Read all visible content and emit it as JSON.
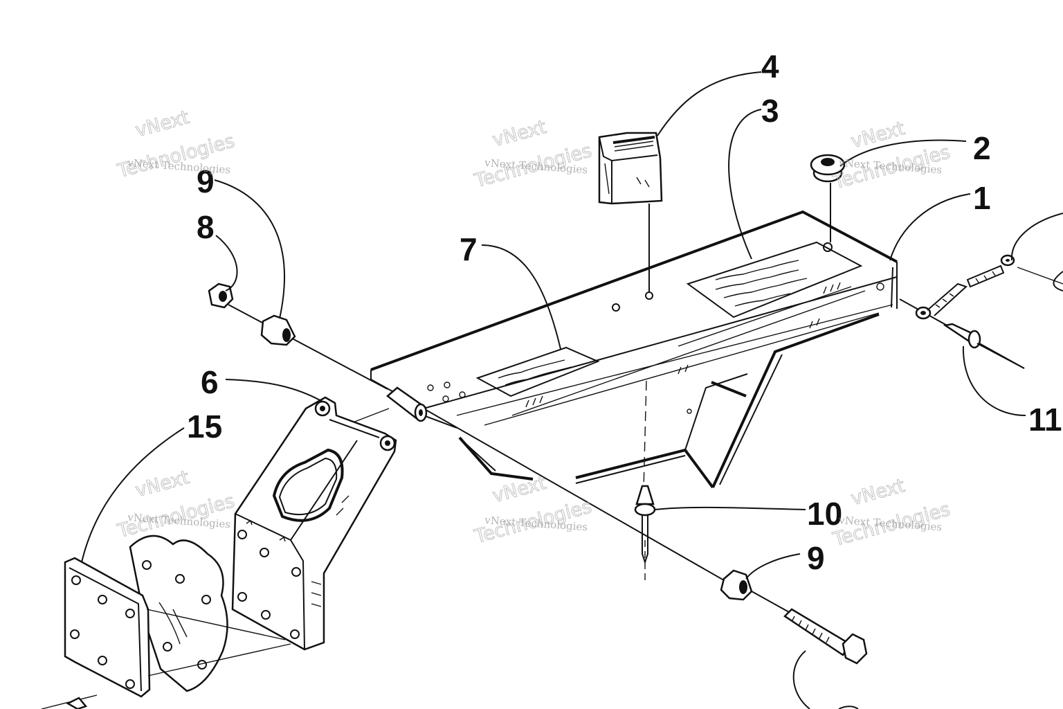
{
  "diagram": {
    "callouts": [
      {
        "id": "c4",
        "label": "4"
      },
      {
        "id": "c3",
        "label": "3"
      },
      {
        "id": "c2",
        "label": "2"
      },
      {
        "id": "c1",
        "label": "1"
      },
      {
        "id": "c7",
        "label": "7"
      },
      {
        "id": "c9a",
        "label": "9"
      },
      {
        "id": "c8",
        "label": "8"
      },
      {
        "id": "c6",
        "label": "6"
      },
      {
        "id": "c15",
        "label": "15"
      },
      {
        "id": "c10",
        "label": "10"
      },
      {
        "id": "c9b",
        "label": "9"
      },
      {
        "id": "c11",
        "label": "11"
      }
    ],
    "watermark": {
      "line1": "vNext",
      "line2": "vNext Technologies",
      "line3": "Technologies"
    }
  }
}
